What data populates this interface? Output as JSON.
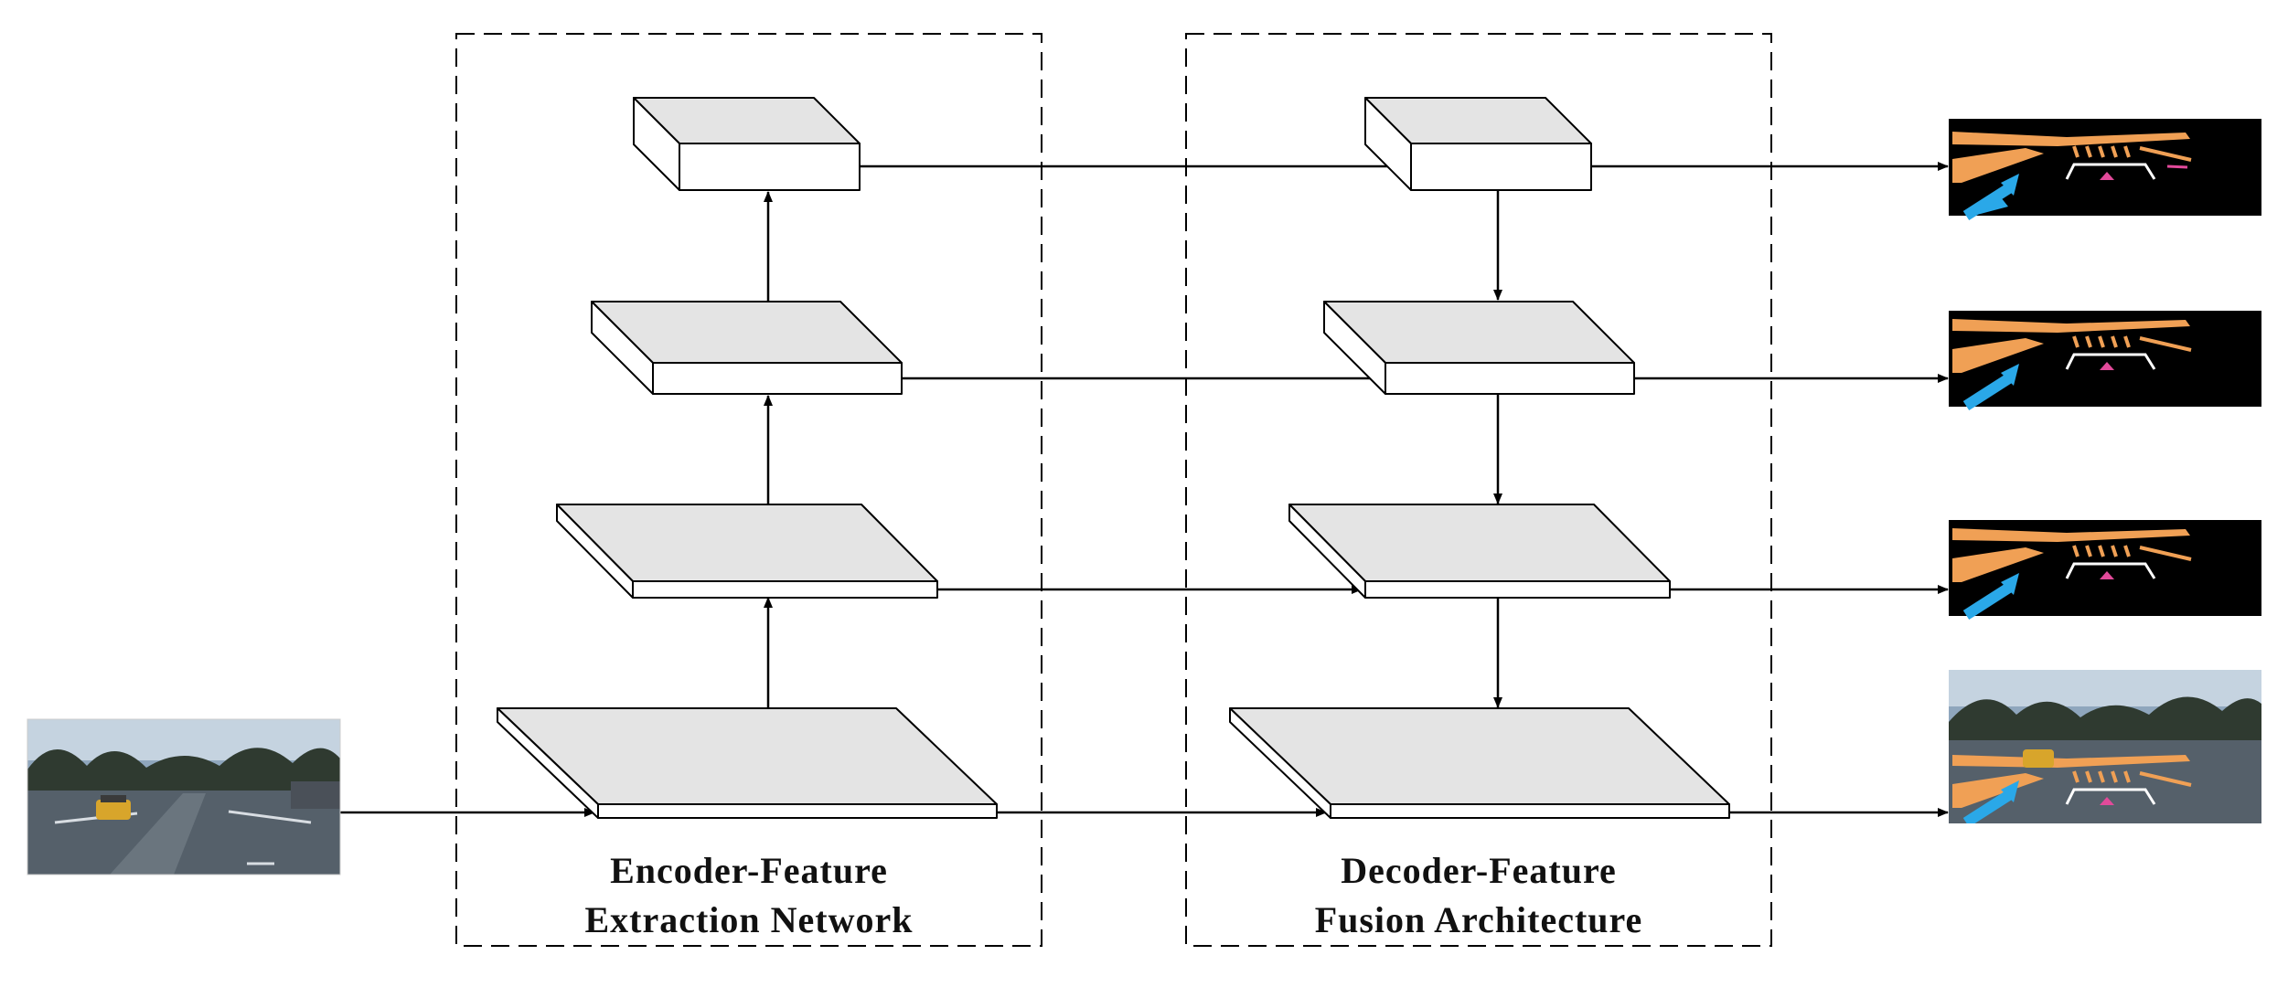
{
  "colors": {
    "stroke": "#000000",
    "block_top": "#e4e4e4",
    "block_front": "#ffffff",
    "mask_background": "#000000",
    "lane_marking_orange": "#f0a055",
    "lane_marking_white": "#ffffff",
    "direction_arrow_cyan": "#2aa8e8",
    "diamond_marking_pink": "#e24a9a"
  },
  "encoder": {
    "label_line1": "Encoder-Feature",
    "label_line2": "Extraction Network",
    "blocks": [
      "encoder-stage-1",
      "encoder-stage-2",
      "encoder-stage-3",
      "encoder-stage-4"
    ]
  },
  "decoder": {
    "label_line1": "Decoder-Feature",
    "label_line2": "Fusion Architecture",
    "blocks": [
      "decoder-stage-1",
      "decoder-stage-2",
      "decoder-stage-3",
      "decoder-stage-4"
    ]
  },
  "input_image": {
    "subject": "road scene photo with taxi at intersection"
  },
  "outputs": [
    {
      "kind": "segmentation mask"
    },
    {
      "kind": "segmentation mask"
    },
    {
      "kind": "segmentation mask"
    },
    {
      "kind": "road scene photo with overlaid lane markings"
    }
  ]
}
